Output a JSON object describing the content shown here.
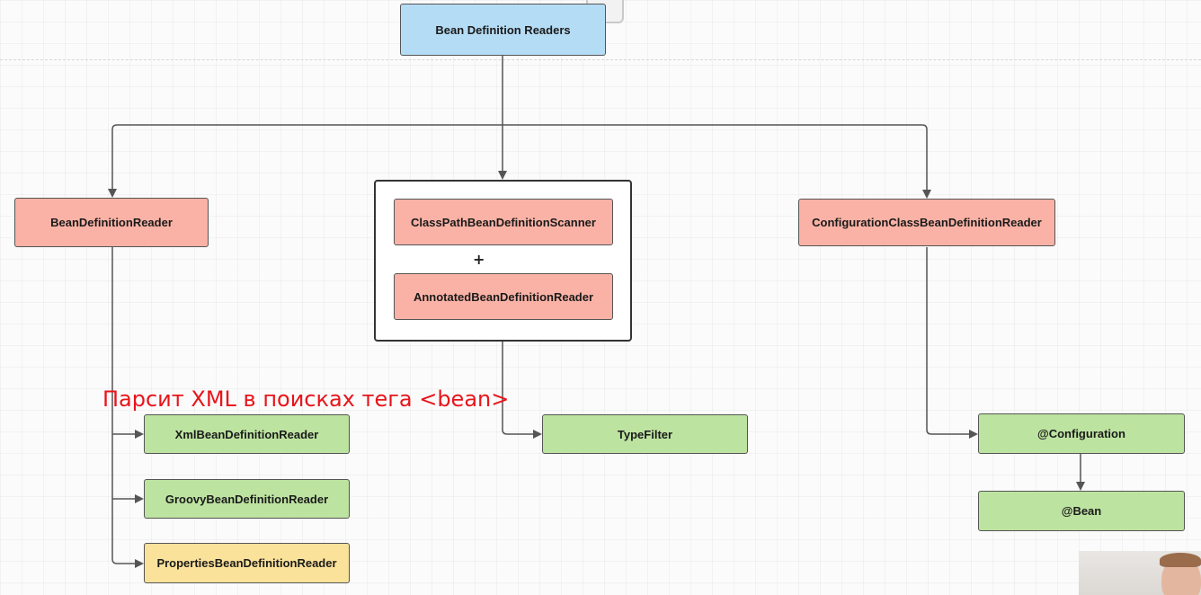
{
  "diagram": {
    "root": {
      "label": "Bean Definition Readers"
    },
    "readers": {
      "bean_definition_reader": "BeanDefinitionReader",
      "classpath_scanner": "ClassPathBeanDefinitionScanner",
      "plus_sign": "+",
      "annotated_reader": "AnnotatedBeanDefinitionReader",
      "configuration_class_reader": "ConfigurationClassBeanDefinitionReader"
    },
    "children": {
      "xml_reader": "XmlBeanDefinitionReader",
      "groovy_reader": "GroovyBeanDefinitionReader",
      "properties_reader": "PropertiesBeanDefinitionReader",
      "type_filter": "TypeFilter",
      "configuration": "@Configuration",
      "bean": "@Bean"
    },
    "annotation": "Парсит XML в поисках тега <bean>"
  },
  "colors": {
    "root_fill": "#b5dcf5",
    "reader_fill": "#f9b2a5",
    "child_fill": "#bde3a0",
    "properties_fill": "#fbe29a",
    "annotation_text": "#e8151b",
    "connector": "#555555"
  }
}
